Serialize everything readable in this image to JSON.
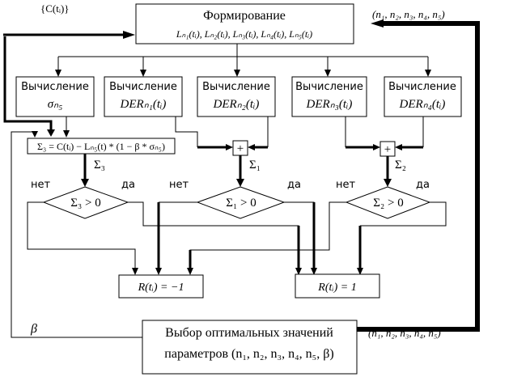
{
  "diagram": {
    "input_label": "{C(tᵢ)}",
    "top_box": {
      "title": "Формирование",
      "formula": "Lₙ₁(tᵢ), Lₙ₂(tᵢ), Lₙ₃(tᵢ), Lₙ₄(tᵢ), Lₙ₅(tᵢ)"
    },
    "feedback_top_label": "(n₁, n₂, n₃, n₄, n₅)",
    "calc_boxes": [
      {
        "title": "Вычисление",
        "formula": "σₙ₅"
      },
      {
        "title": "Вычисление",
        "formula": "DERₙ₁(tᵢ)"
      },
      {
        "title": "Вычисление",
        "formula": "DERₙ₂(tᵢ)"
      },
      {
        "title": "Вычисление",
        "formula": "DERₙ₃(tᵢ)"
      },
      {
        "title": "Вычисление",
        "formula": "DERₙ₄(tᵢ)"
      }
    ],
    "sum3_box": {
      "formula": "Σ₃ = C(tᵢ) − Lₙ₅(t) * (1 − β * σₙ₅)"
    },
    "adders": [
      {
        "symbol": "+",
        "output_label": "Σ₁"
      },
      {
        "symbol": "+",
        "output_label": "Σ₂"
      }
    ],
    "sum3_output_label": "Σ₃",
    "decisions": [
      {
        "condition": "Σ₃ > 0",
        "no_label": "нет",
        "yes_label": "да"
      },
      {
        "condition": "Σ₁ > 0",
        "no_label": "нет",
        "yes_label": "да"
      },
      {
        "condition": "Σ₂ > 0",
        "no_label": "нет",
        "yes_label": "да"
      }
    ],
    "results": [
      {
        "formula": "R(tᵢ) = −1"
      },
      {
        "formula": "R(tᵢ) = 1"
      }
    ],
    "beta_label": "β",
    "optimize_box": {
      "line1": "Выбор оптимальных значений",
      "line2": "параметров (n₁, n₂, n₃, n₄, n₅, β)"
    },
    "feedback_bottom_label": "(n₁, n₂, n₃, n₄, n₅)"
  }
}
